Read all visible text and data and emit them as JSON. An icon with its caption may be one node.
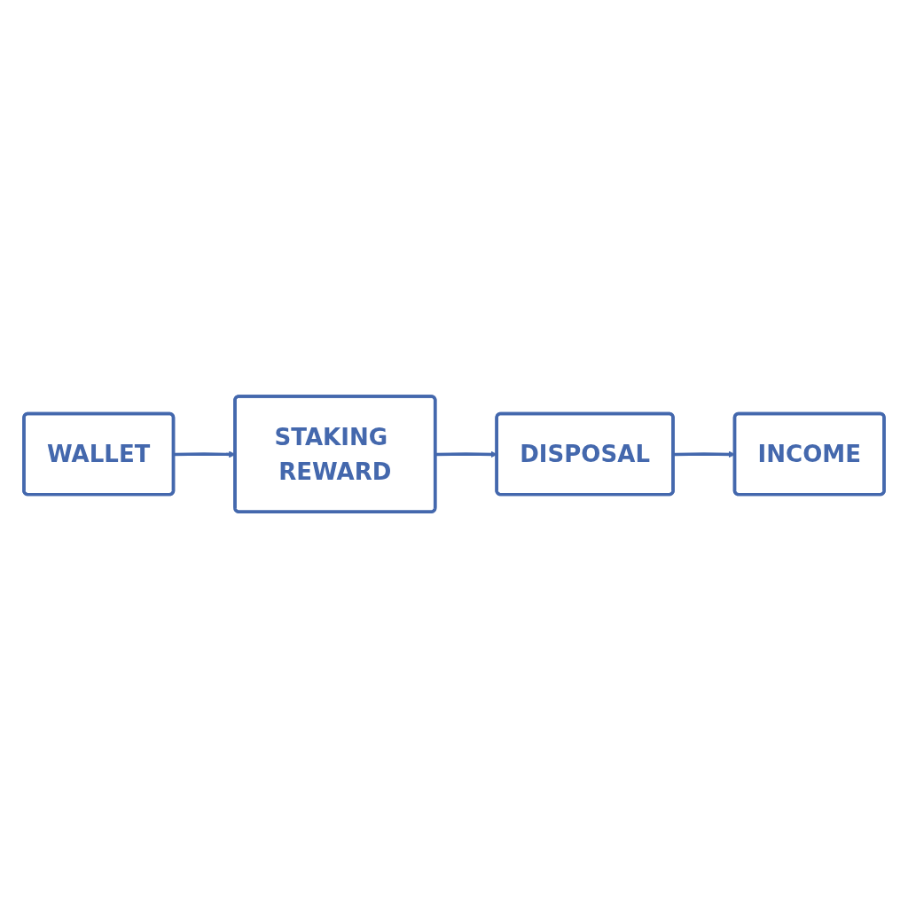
{
  "diagram": {
    "nodes": [
      {
        "text": [
          "WALLET"
        ]
      },
      {
        "text": [
          "STAKING REWARD"
        ]
      },
      {
        "text": [
          "INCOME"
        ]
      },
      {
        "text": [
          "DISPOSAL"
        ]
      }
    ],
    "edges": [
      {
        "from": 0,
        "to": 1,
        "arrow": "to"
      },
      {
        "from": 1,
        "to": 3,
        "arrow": "to"
      },
      {
        "from": 3,
        "to": 2,
        "arrow": "to"
      }
    ]
  }
}
